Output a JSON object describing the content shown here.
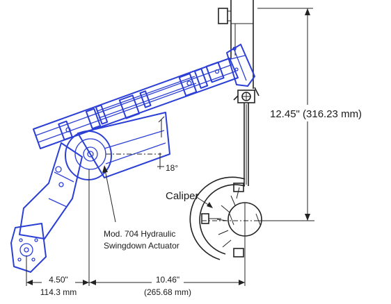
{
  "diagram": {
    "height_dim_label": "12.45\" (316.23 mm)",
    "caliper_label": "Caliper",
    "actuator_label_line1": "Mod. 704 Hydraulic",
    "actuator_label_line2": "Swingdown Actuator",
    "angle_label": "18°",
    "left_dim_in": "4.50\"",
    "left_dim_mm": "114.3 mm",
    "right_dim_in": "10.46\"",
    "right_dim_mm": "(265.68 mm)"
  },
  "colors": {
    "linework": "#2b3fd6",
    "hardware": "#222222",
    "background": "#ffffff"
  }
}
